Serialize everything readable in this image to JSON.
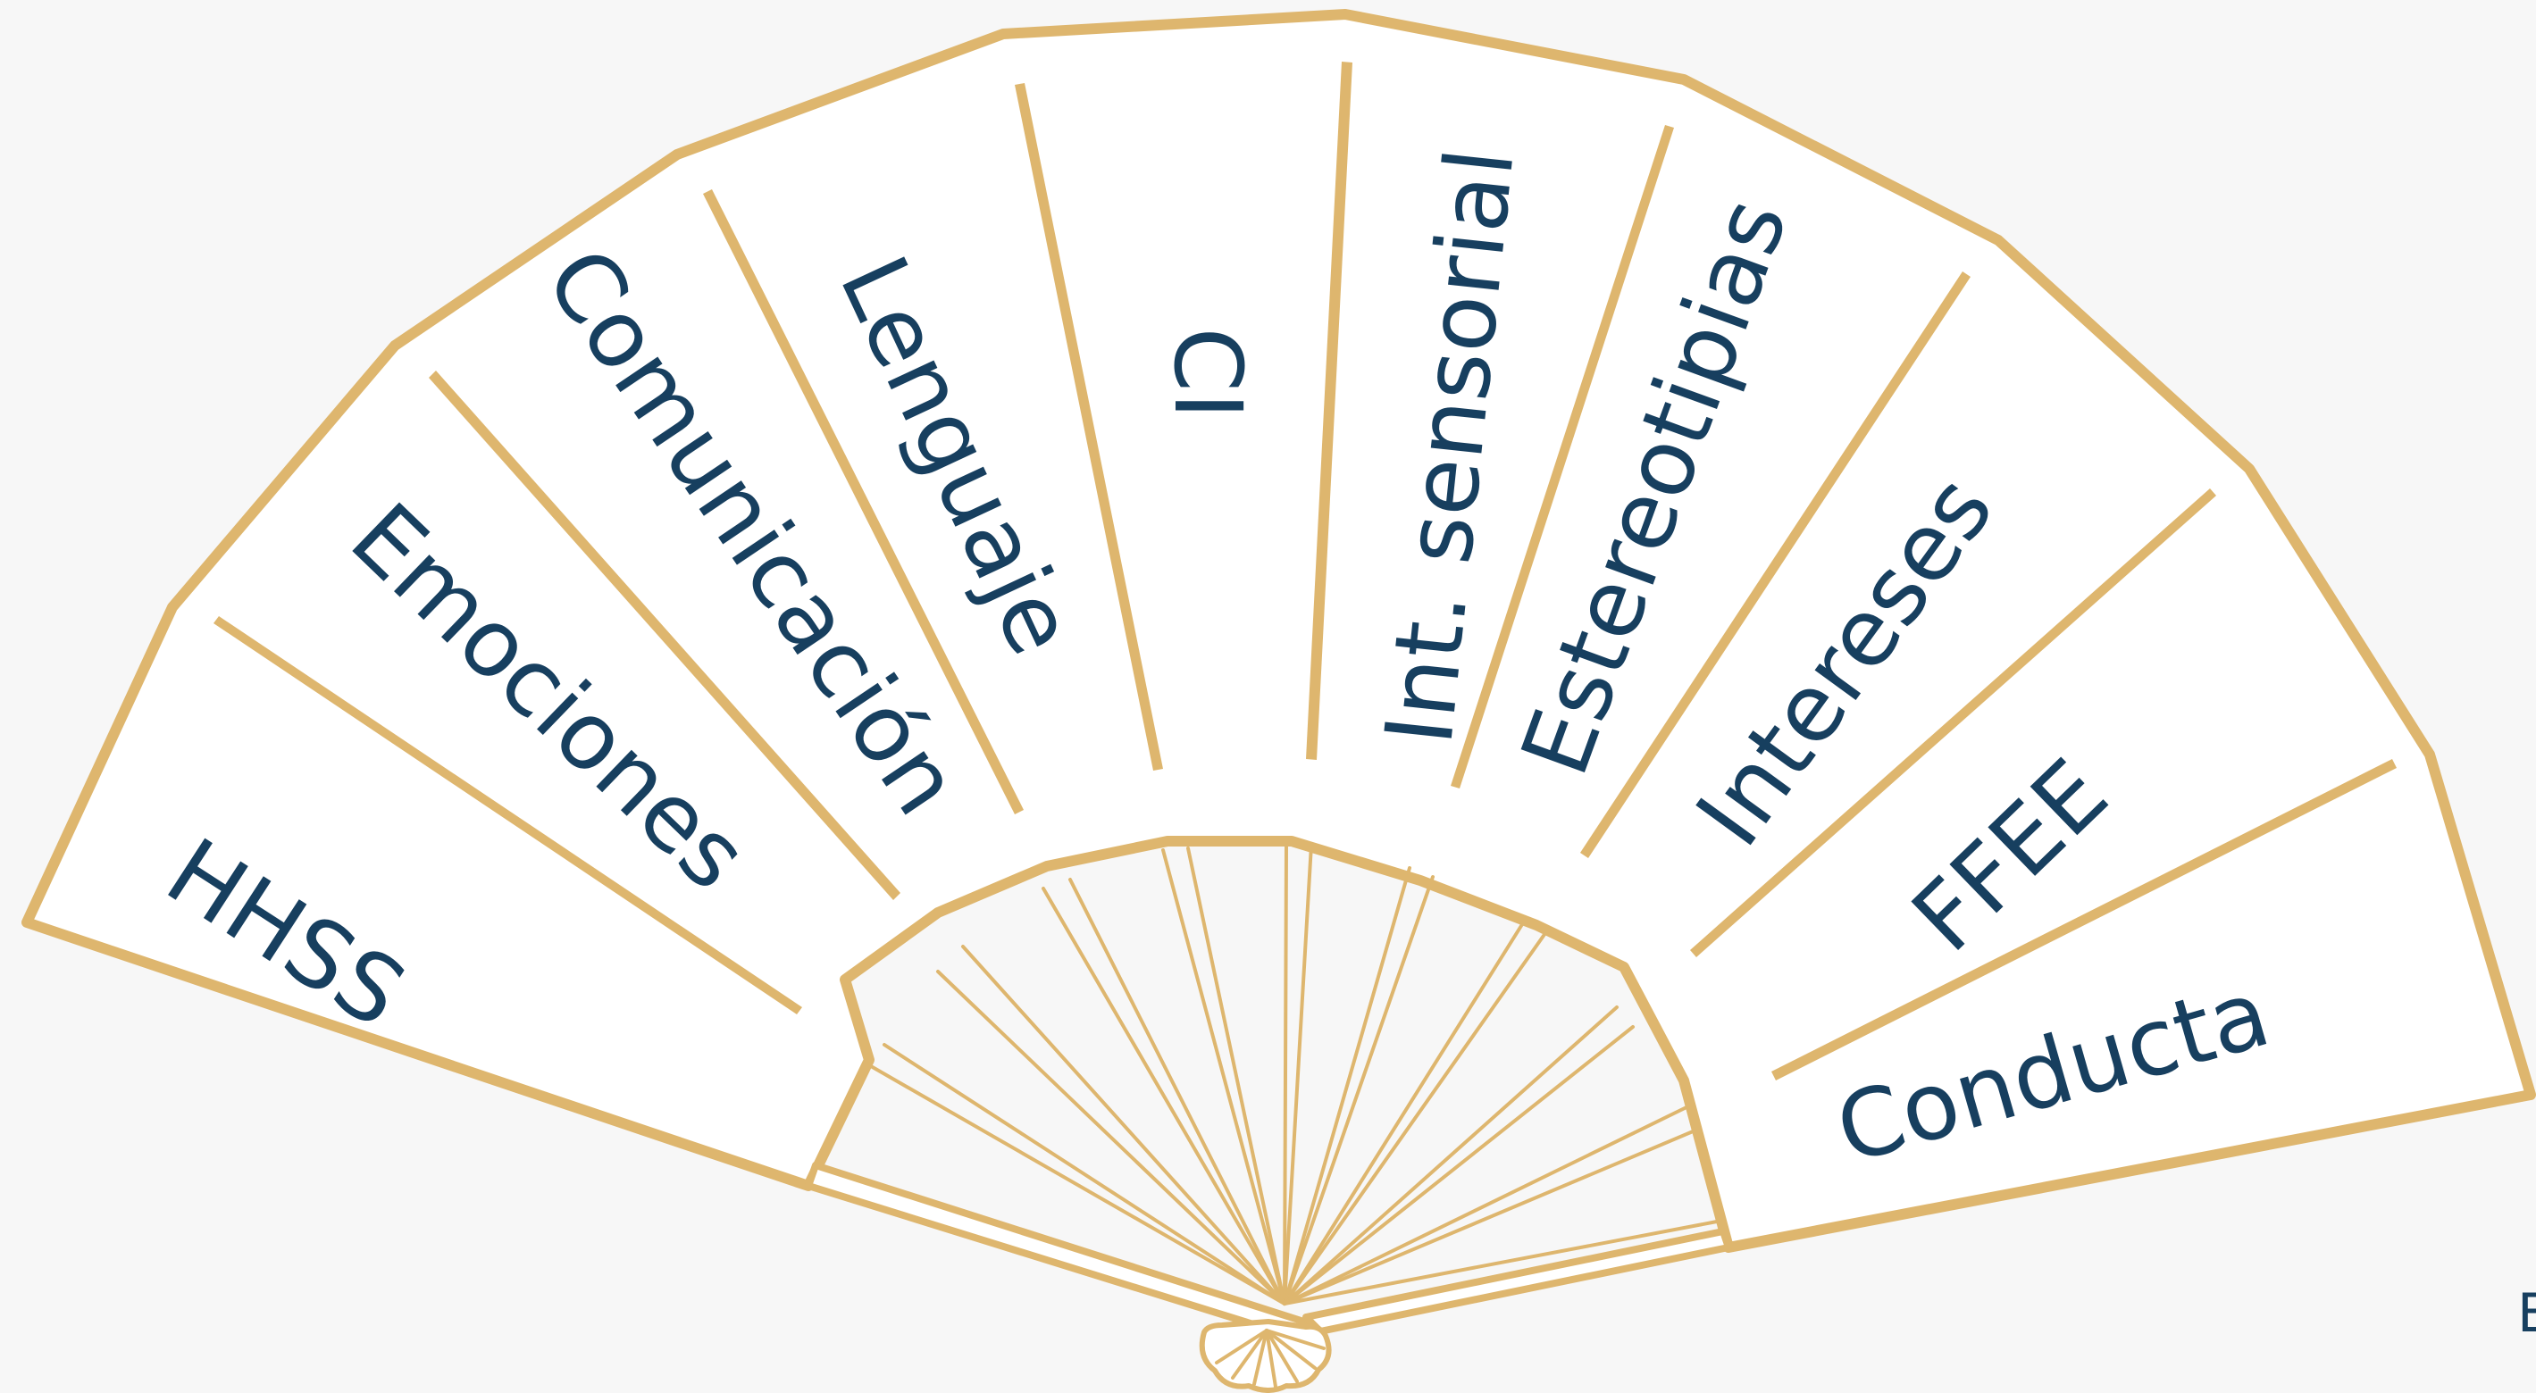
{
  "colors": {
    "background": "#f7f7f7",
    "fan_fill": "#ffffff",
    "gold": "#deb66e",
    "label_text": "#173f5f"
  },
  "sections": [
    "HHSS",
    "Emociones",
    "Comunicación",
    "Lenguaje",
    "CI",
    "Int. sensorial",
    "Estereotipias",
    "Intereses",
    "FFEE",
    "Conducta"
  ],
  "corner_text": "E"
}
